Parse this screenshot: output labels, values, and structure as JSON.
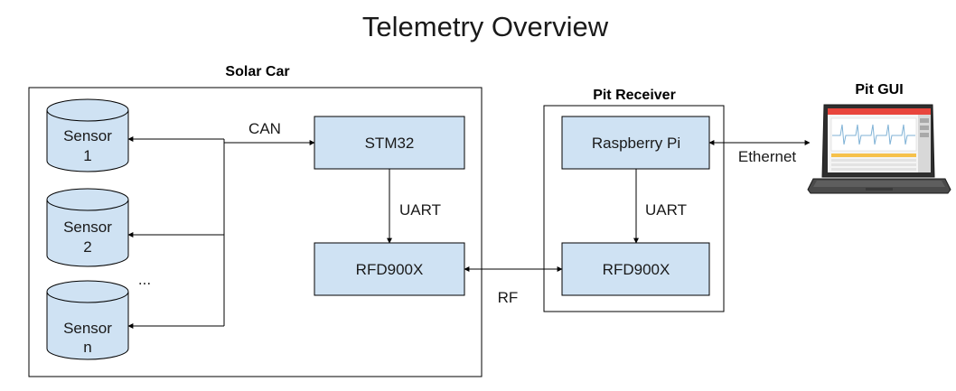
{
  "title": "Telemetry Overview",
  "groups": {
    "solar_car": "Solar Car",
    "pit_receiver": "Pit Receiver",
    "pit_gui": "Pit GUI"
  },
  "nodes": {
    "sensor1": [
      "Sensor",
      "1"
    ],
    "sensor2": [
      "Sensor",
      "2"
    ],
    "sensorn": [
      "Sensor",
      "n"
    ],
    "ellipsis": "...",
    "stm32": "STM32",
    "rfd_car": "RFD900X",
    "raspberry_pi": "Raspberry Pi",
    "rfd_pit": "RFD900X"
  },
  "edges": {
    "can": "CAN",
    "uart_car": "UART",
    "uart_pit": "UART",
    "rf": "RF",
    "ethernet": "Ethernet"
  },
  "colors": {
    "box_fill": "#cfe2f3",
    "laptop_body": "#3a3a3a",
    "laptop_accent": "#e8453c"
  }
}
